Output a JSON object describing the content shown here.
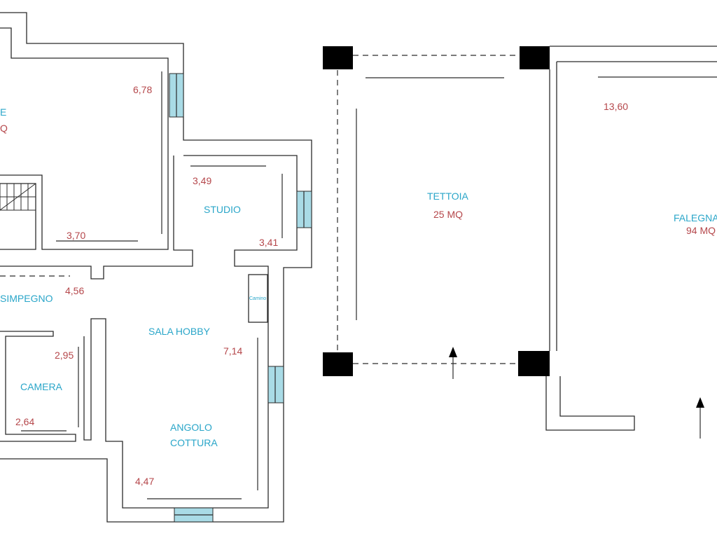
{
  "rooms": {
    "top_left_label_fragment": "E",
    "top_left_area_fragment": "Q",
    "studio": "STUDIO",
    "disimpegno": "SIMPEGNO",
    "sala_hobby": "SALA HOBBY",
    "camera": "CAMERA",
    "angolo_cottura_line1": "ANGOLO",
    "angolo_cottura_line2": "COTTURA",
    "tettoia": "TETTOIA",
    "tettoia_area": "25 MQ",
    "falegnameria": "FALEGNA",
    "falegnameria_area": "94 MQ",
    "camino": "Camino"
  },
  "dimensions": {
    "d678": "6,78",
    "d370": "3,70",
    "d349": "3,49",
    "d341": "3,41",
    "d456": "4,56",
    "d714": "7,14",
    "d295": "2,95",
    "d264": "2,64",
    "d447": "4,47",
    "d1360": "13,60"
  },
  "colors": {
    "room_label": "#2aa6c9",
    "dimension": "#b5474b",
    "window": "#a9dbe6",
    "wall": "#2b2b2b"
  }
}
